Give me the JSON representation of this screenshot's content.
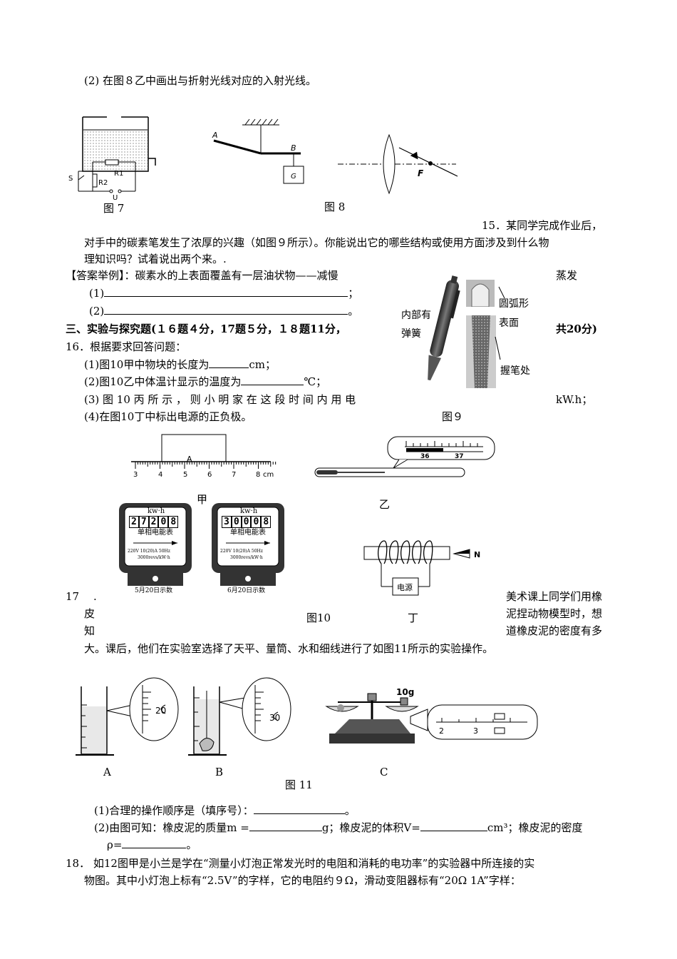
{
  "q14_part2": "(2) 在图８乙中画出与折射光线对应的入射光线。",
  "fig7_caption": "图 7",
  "fig7_labels": {
    "r1": "R1",
    "r2": "R2",
    "s": "S",
    "u": "U"
  },
  "fig8_caption": "图 8",
  "fig8_labels": {
    "a": "A",
    "b": "B",
    "g": "G",
    "f": "F"
  },
  "q15": {
    "line1": "15．某同学完成作业后，",
    "line2": "对手中的碳素笔发生了浓厚的兴趣（如图９所示）。你能说出它的哪些结构或使用方面涉及到什么物",
    "line3": "理知识吗？试着说出两个来。.",
    "example": "【答案举例】：碳素水的上表面覆盖有一层油状物——减慢",
    "example_tail": "蒸发",
    "ans1": "(1)",
    "ans1_end": "；",
    "ans2": "(2)",
    "ans2_end": "。"
  },
  "fig9": {
    "label_inner": "内部有",
    "label_spring": "弹簧",
    "label_arc": "圆弧形",
    "label_surface": "表面",
    "label_grip": "握笔处",
    "caption": "图９"
  },
  "section3": {
    "title": "三、实验与探究题(１６题４分，17题５分，１８题11分，",
    "tail": "共20分)"
  },
  "q16": {
    "title": "16．根据要求回答问题：",
    "p1": "(1)图10甲中物块的长度为",
    "p1_unit": "cm；",
    "p2": "(2)图10乙中体温计显示的温度为",
    "p2_unit": "℃；",
    "p3": "(3) 图 10 丙 所 示 ， 则 小 明 家 在 这 段 时 间 内 用 电",
    "p3_unit": "kW.h；",
    "p4": "(4)在图10丁中标出电源的正负极。"
  },
  "fig10": {
    "ruler_ticks": [
      "3",
      "4",
      "5",
      "6",
      "7",
      "8"
    ],
    "ruler_unit": "cm",
    "block_label": "A",
    "label_jia": "甲",
    "label_yi": "乙",
    "thermo_ticks": [
      "36",
      "37"
    ],
    "meter1": {
      "unit": "kw·h",
      "digits": [
        "2",
        "7",
        "2",
        "0",
        "8"
      ],
      "name": "单相电能表",
      "spec": "220V    10(20)A    50Hz",
      "revs": "3000revs/kW·h",
      "date": "5月20日示数"
    },
    "meter2": {
      "unit": "kw·h",
      "digits": [
        "3",
        "0",
        "0",
        "0",
        "8"
      ],
      "name": "单相电能表",
      "spec": "220V    10(20)A    50Hz",
      "revs": "3000revs/kW·h",
      "date": "6月20日示数"
    },
    "source_label": "电源",
    "n_label": "N",
    "caption": "图10",
    "label_ding": "丁"
  },
  "q17": {
    "num": "17",
    "dot": ".",
    "right1": "美术课上同学们用橡",
    "left2": "皮",
    "right2": "泥捏动物模型时，想",
    "left3": "知",
    "right3": "道橡皮泥的密度有多",
    "line4": "大。课后，他们在实验室选择了天平、量筒、水和细线进行了如图11所示的实验操作。",
    "a1": "(1)合理的操作顺序是（填序号）：",
    "a1_end": "。",
    "a2": "(2)由图可知：橡皮泥的质量m =",
    "a2_mid": "g；橡皮泥的体积V=",
    "a2_unit": "cm³；橡皮泥的密度",
    "a3": "ρ=",
    "a3_end": "。"
  },
  "fig11": {
    "label_a": "A",
    "label_b": "B",
    "label_c": "C",
    "cyl_a_zoom": "20",
    "cyl_b_zoom": "30",
    "weight": "10g",
    "scale_ticks": [
      "2",
      "3"
    ],
    "caption": "图 11"
  },
  "q18": {
    "line1": "18．  如12图甲是小兰是学在“测量小灯泡正常发光时的电阻和消耗的电功率”的实验器中所连接的实",
    "line2": "物图。其中小灯泡上标有“2.5V”的字样，它的电阻约９Ω，滑动变阻器标有“20Ω    1A”字样："
  }
}
